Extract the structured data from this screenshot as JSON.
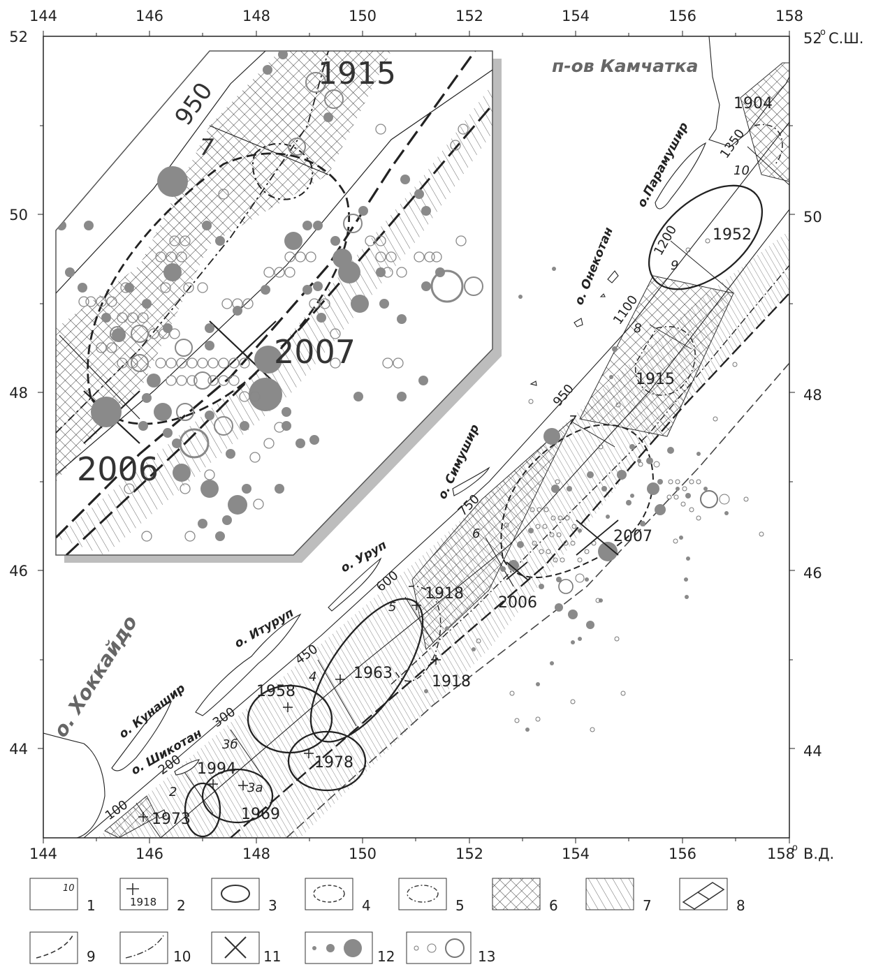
{
  "map": {
    "lon_ticks": [
      "144",
      "146",
      "148",
      "150",
      "152",
      "154",
      "156",
      "158"
    ],
    "lat_ticks": [
      "52",
      "50",
      "48",
      "46",
      "44"
    ],
    "lon_suffix": "В.Д.",
    "lat_suffix": "С.Ш.",
    "degree": "o"
  },
  "places": {
    "kamchatka": "п-ов Камчатка",
    "hokkaido": "о. Хоккайдо",
    "paramushir": "о.Парамушир",
    "onekotan": "о. Онекотан",
    "simushir": "о. Симушир",
    "urup": "о. Уруп",
    "iturup": "о. Итуруп",
    "kunashir": "о. Кунашир",
    "shikotan": "о. Шикотан"
  },
  "segments": {
    "distances": [
      "100",
      "200",
      "300",
      "450",
      "600",
      "750",
      "950",
      "1100",
      "1200",
      "1350"
    ],
    "ids": [
      "2",
      "3б",
      "3а",
      "4",
      "5",
      "6",
      "7",
      "8",
      "9",
      "10"
    ]
  },
  "years": {
    "y1904": "1904",
    "y1952": "1952",
    "y1915": "1915",
    "y2007": "2007",
    "y2006": "2006",
    "y1918a": "1918",
    "y1918b": "1918",
    "y1963": "1963",
    "y1958": "1958",
    "y1978": "1978",
    "y1994": "1994",
    "y1969": "1969",
    "y1973": "1973"
  },
  "inset": {
    "label_950": "950",
    "label_7": "7",
    "label_1915": "1915",
    "label_2007": "2007",
    "label_2006": "2006"
  },
  "legend": [
    {
      "num": "1",
      "sample": "10"
    },
    {
      "num": "2",
      "sample": "1918"
    },
    {
      "num": "3"
    },
    {
      "num": "4"
    },
    {
      "num": "5"
    },
    {
      "num": "6"
    },
    {
      "num": "7"
    },
    {
      "num": "8"
    },
    {
      "num": "9"
    },
    {
      "num": "10"
    },
    {
      "num": "11"
    },
    {
      "num": "12"
    },
    {
      "num": "13"
    }
  ],
  "colors": {
    "ink": "#2a2a2a",
    "grey_fill": "#8a8a8a",
    "grey_line": "#7a7a7a",
    "paper": "#ffffff"
  }
}
